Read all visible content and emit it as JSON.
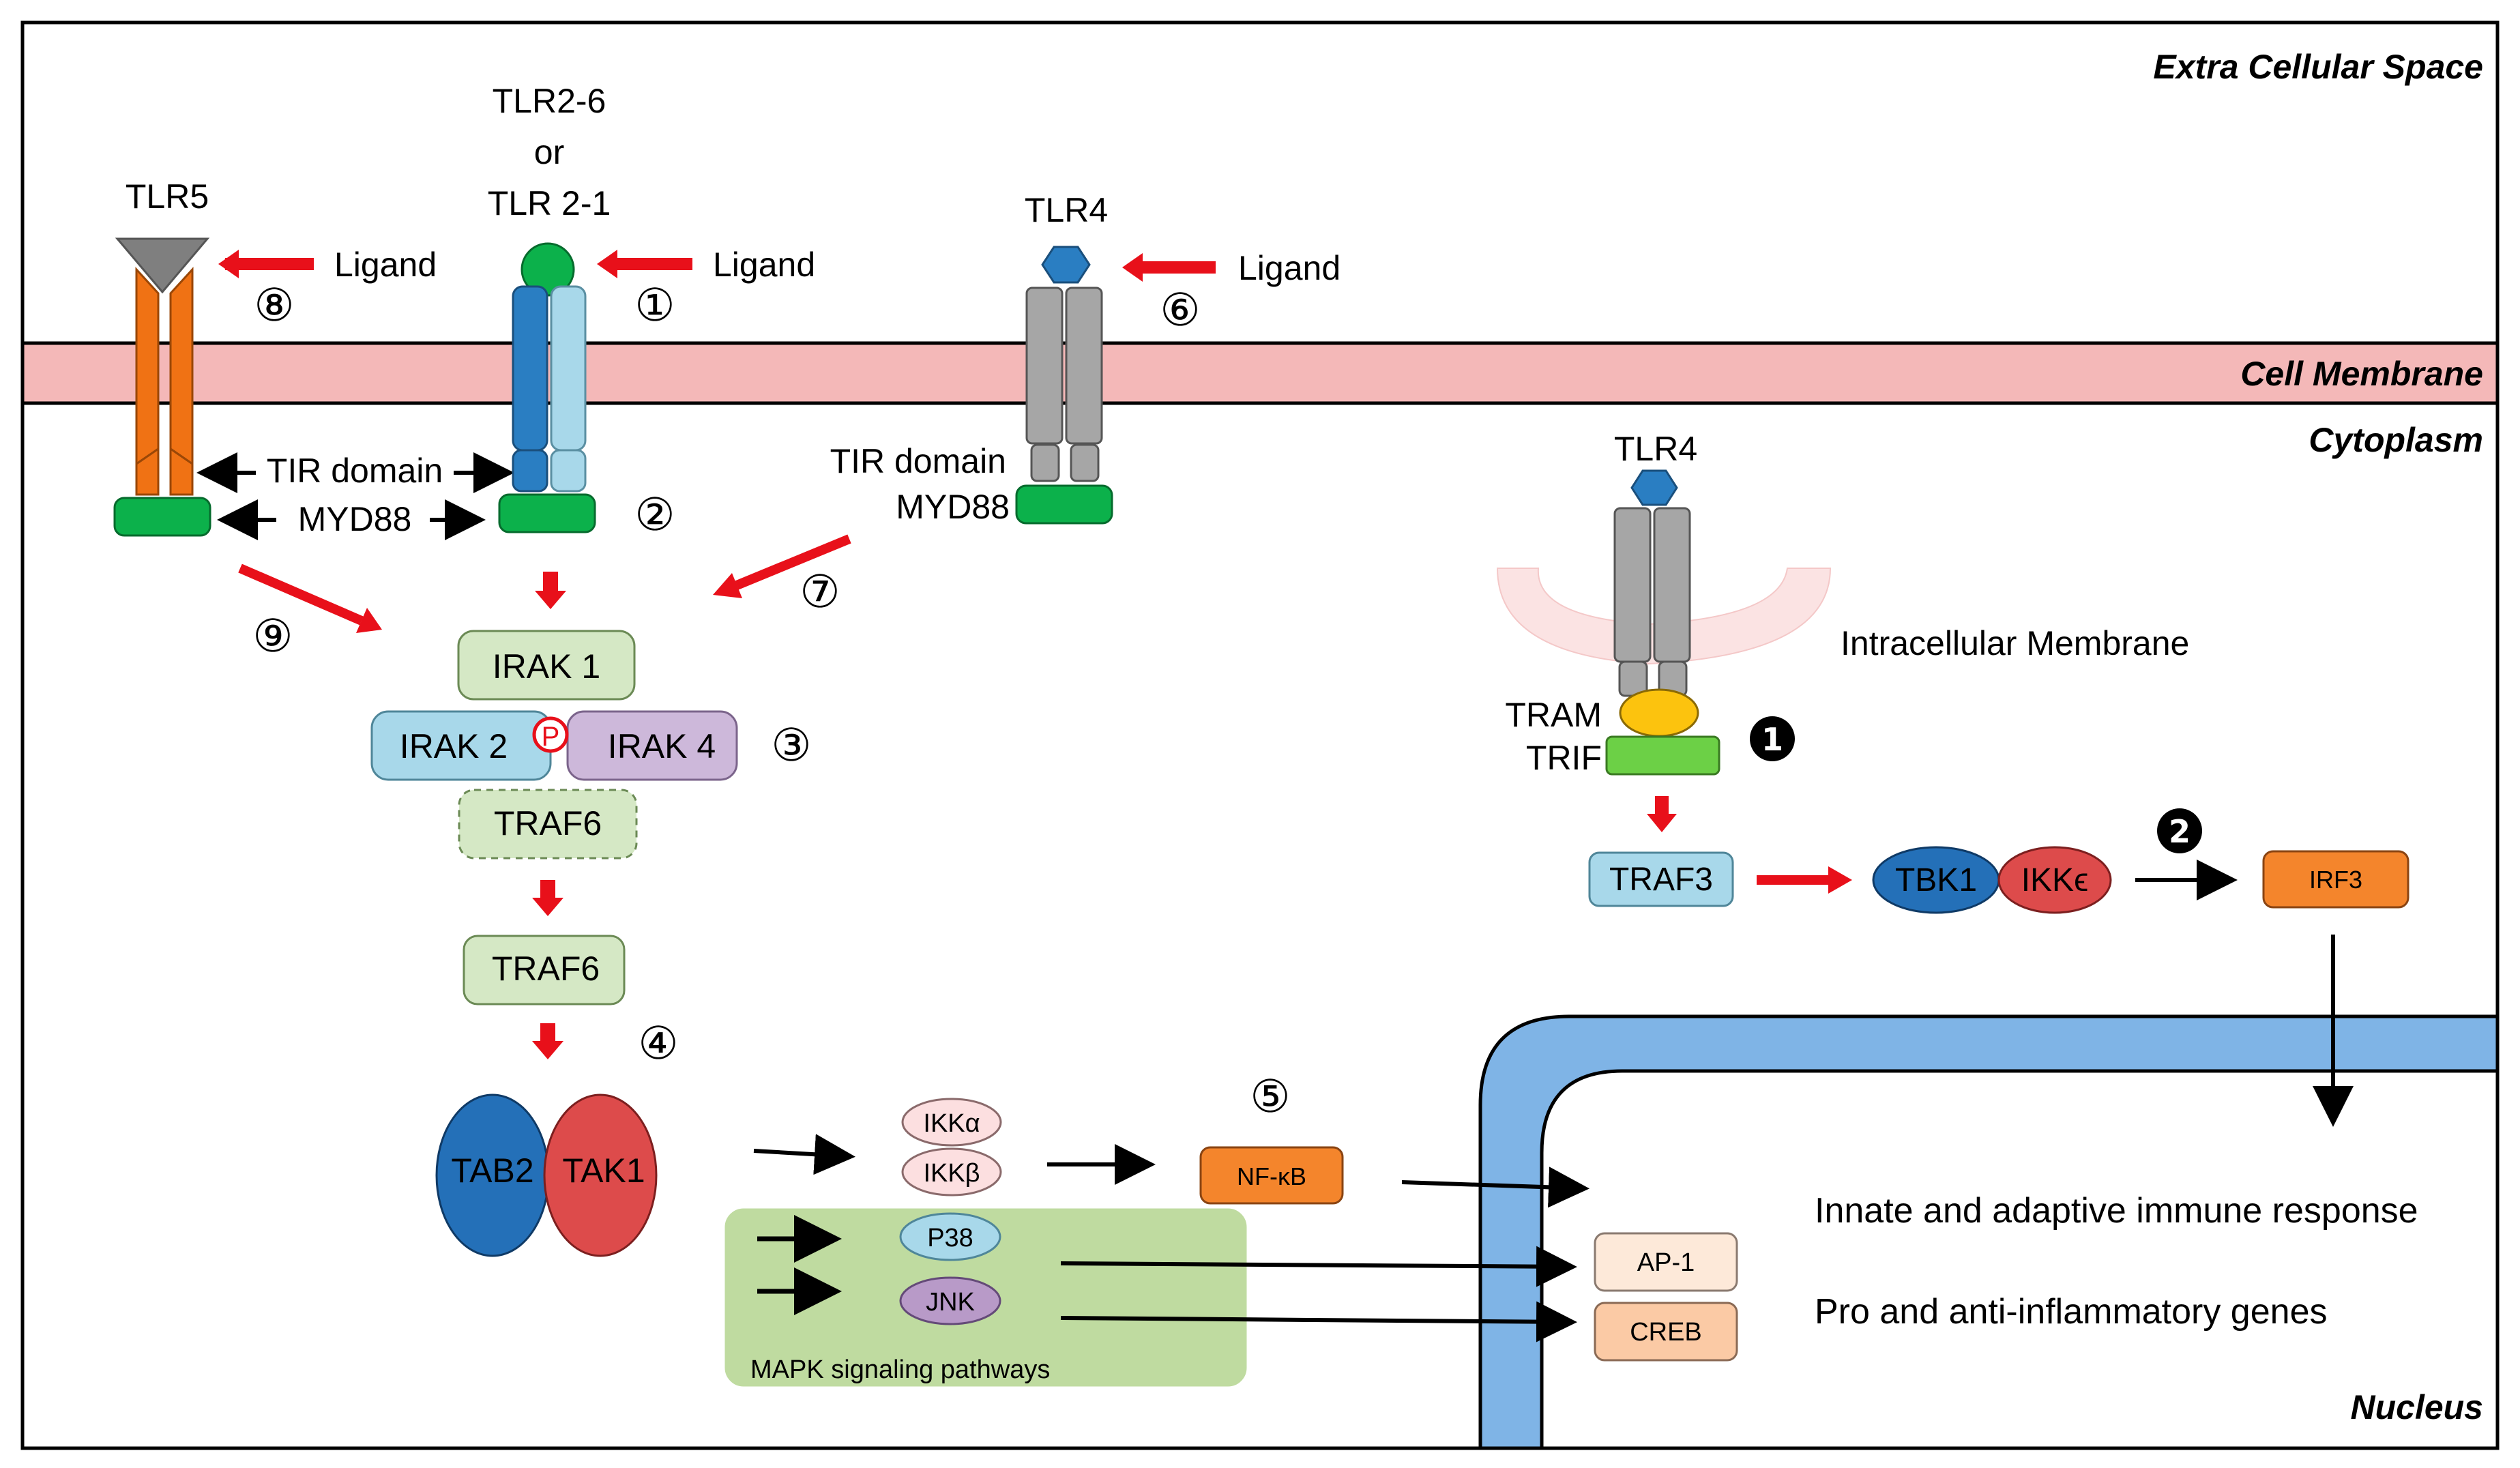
{
  "regions": {
    "extracellular": "Extra Cellular Space",
    "membrane": "Cell Membrane",
    "cytoplasm": "Cytoplasm",
    "nucleus": "Nucleus",
    "intracellular_membrane": "Intracellular Membrane",
    "mapk": "MAPK signaling pathways"
  },
  "receptors": {
    "tlr5": "TLR5",
    "tlr26_line1": "TLR2-6",
    "tlr26_line2": "or",
    "tlr26_line3": "TLR 2-1",
    "tlr4": "TLR4",
    "tlr4_endo": "TLR4"
  },
  "labels": {
    "ligand": "Ligand",
    "tir_domain": "TIR domain",
    "myd88": "MYD88",
    "tram": "TRAM",
    "trif": "TRIF"
  },
  "proteins": {
    "irak1": "IRAK 1",
    "irak2": "IRAK 2",
    "irak4": "IRAK 4",
    "phospho": "P",
    "traf6": "TRAF6",
    "tab2": "TAB2",
    "tak1": "TAK1",
    "ikka": "IKKα",
    "ikkb": "IKKβ",
    "p38": "P38",
    "jnk": "JNK",
    "nfkb": "NF-κB",
    "ap1": "AP-1",
    "creb": "CREB",
    "traf3": "TRAF3",
    "tbk1": "TBK1",
    "ikke": "IKKϵ",
    "irf3": "IRF3"
  },
  "steps": {
    "s1": "①",
    "s2": "②",
    "s3": "③",
    "s4": "④",
    "s5": "⑤",
    "s6": "⑥",
    "s7": "⑦",
    "s8": "⑧",
    "s9": "⑨",
    "d1": "1",
    "d2": "2"
  },
  "outputs": {
    "immune": "Innate and adaptive immune response",
    "genes": "Pro and anti-inflammatory genes"
  },
  "colors": {
    "membrane": "#f4b8b8",
    "arrow_red": "#e8101a",
    "tlr5": "#f07214",
    "tlr2_dark": "#2a7ec2",
    "tlr2_light": "#a8d8ea",
    "tlr4": "#a6a6a6",
    "myd88": "#0cb14b",
    "irak1": "#d5e8c5",
    "irak2": "#a8d8ea",
    "irak4": "#cdb8da",
    "tab2": "#2470b8",
    "tak1": "#dd4b4b",
    "nucleus_wall": "#7fb4e6",
    "mapk_box": "#bfdba0",
    "ap1": "#fde9d9",
    "creb": "#fbcaa5",
    "nfkb": "#f4852c",
    "tram": "#fcc30e",
    "trif": "#6cd046"
  }
}
